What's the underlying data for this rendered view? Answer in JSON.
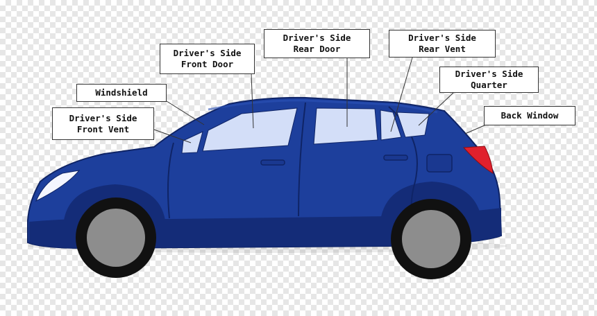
{
  "diagram": {
    "labels": {
      "windshield": "Windshield",
      "front_vent": "Driver's Side\nFront Vent",
      "front_door": "Driver's Side\nFront Door",
      "rear_door": "Driver's Side\nRear Door",
      "rear_vent": "Driver's Side\nRear Vent",
      "quarter": "Driver's Side\nQuarter",
      "back_window": "Back Window"
    },
    "colors": {
      "body": "#1d3f9c",
      "body_dark": "#142c78",
      "glass": "#d3def8",
      "tire": "#111111",
      "rim": "#8d8d8d",
      "tail_light": "#e0202c",
      "label_border": "#333333"
    }
  }
}
